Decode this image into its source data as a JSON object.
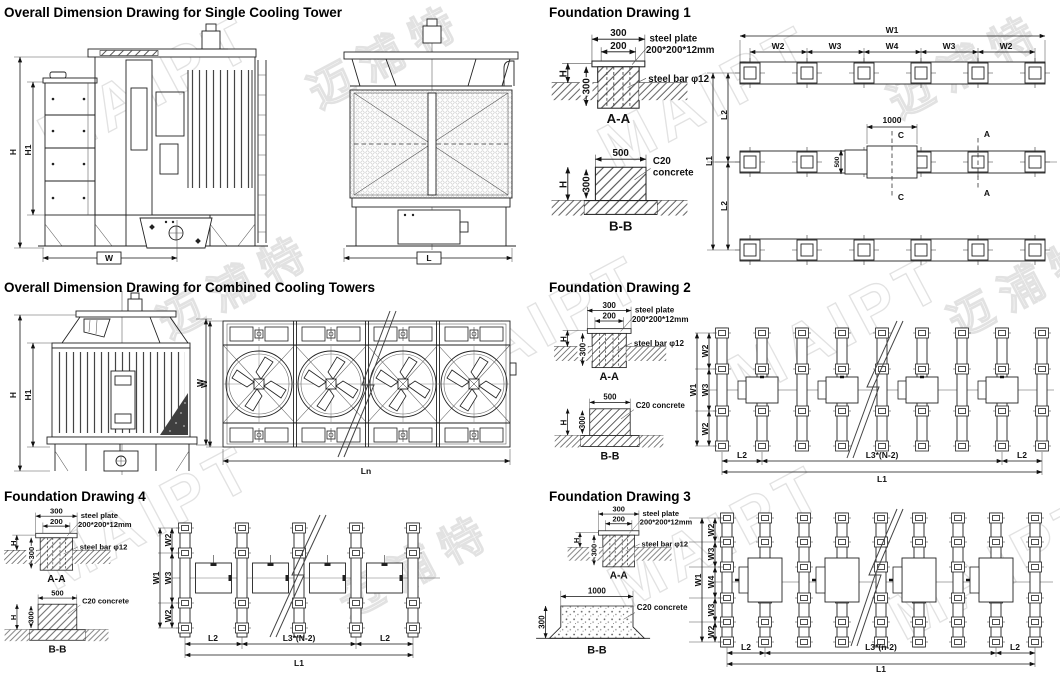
{
  "watermark": {
    "latin": "MAIPT",
    "cjk": "迈浦特"
  },
  "sections": {
    "single": {
      "title": "Overall Dimension Drawing for Single Cooling Tower",
      "side": {
        "h": "H",
        "h1": "H1",
        "w": "W"
      },
      "front": {
        "l": "L"
      }
    },
    "combined": {
      "title": "Overall Dimension Drawing for Combined Cooling Towers",
      "side": {
        "h": "H",
        "h1": "H1",
        "w": "W"
      },
      "plan": {
        "w": "W",
        "ln": "Ln"
      }
    },
    "f1": {
      "title": "Foundation Drawing 1",
      "aa": {
        "d300t": "300",
        "d200": "200",
        "h": "H",
        "d300s": "300",
        "plate1": "steel plate",
        "plate2": "200*200*12mm",
        "bar": "steel bar φ12",
        "label": "A-A"
      },
      "bb": {
        "d500": "500",
        "h": "H",
        "d300s": "300",
        "note1": "C20",
        "note2": "concrete",
        "label": "B-B"
      },
      "plan": {
        "w1": "W1",
        "w2l": "W2",
        "w3l": "W3",
        "w4": "W4",
        "w3r": "W3",
        "w2r": "W2",
        "l2t": "L2",
        "l1": "L1",
        "l2b": "L2",
        "d1000": "1000",
        "d500": "500",
        "ct": "C",
        "cb": "C",
        "at": "A",
        "ab": "A"
      }
    },
    "f2": {
      "title": "Foundation Drawing 2",
      "aa": {
        "d300t": "300",
        "d200": "200",
        "h": "H",
        "d300s": "300",
        "plate1": "steel plate",
        "plate2": "200*200*12mm",
        "bar": "steel bar φ12",
        "label": "A-A"
      },
      "bb": {
        "d500": "500",
        "h": "H",
        "d300s": "300",
        "note1": "C20 concrete",
        "label": "B-B"
      },
      "plan": {
        "w1": "W1",
        "w2t": "W2",
        "w3": "W3",
        "w2b": "W2",
        "l2l": "L2",
        "l3": "L3*(N-2)",
        "l2r": "L2",
        "l1": "L1"
      }
    },
    "f4": {
      "title": "Foundation Drawing 4",
      "aa": {
        "d300t": "300",
        "d200": "200",
        "h": "H",
        "d300s": "300",
        "plate1": "steel plate",
        "plate2": "200*200*12mm",
        "bar": "steel bar φ12",
        "label": "A-A"
      },
      "bb": {
        "d500": "500",
        "h": "H",
        "d300s": "300",
        "note1": "C20 concrete",
        "label": "B-B"
      },
      "plan": {
        "w1": "W1",
        "w2t": "W2",
        "w3": "W3",
        "w2b": "W2",
        "l2l": "L2",
        "l3": "L3*(N-2)",
        "l2r": "L2",
        "l1": "L1"
      }
    },
    "f3": {
      "title": "Foundation Drawing 3",
      "aa": {
        "d300t": "300",
        "d200": "200",
        "h": "H",
        "d300s": "300",
        "plate1": "steel plate",
        "plate2": "200*200*12mm",
        "bar": "steel bar φ12",
        "label": "A-A"
      },
      "bb": {
        "d1000": "1000",
        "d300s": "300",
        "note1": "C20 concrete",
        "label": "B-B"
      },
      "plan": {
        "w1": "W1",
        "w2t": "W2",
        "w3t": "W3",
        "w4": "W4",
        "w3b": "W3",
        "w2b": "W2",
        "l2l": "L2",
        "l3": "L3*(n-2)",
        "l2r": "L2",
        "l1": "L1"
      }
    }
  }
}
